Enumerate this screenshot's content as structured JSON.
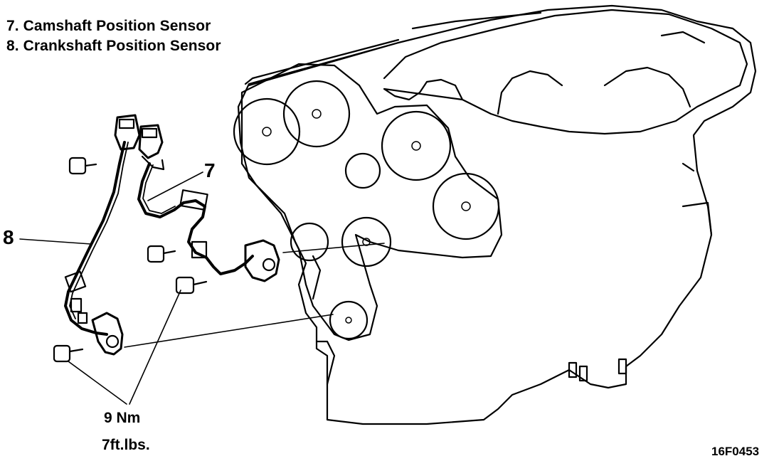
{
  "legend": {
    "item_7": "7. Camshaft Position Sensor",
    "item_8": "8. Crankshaft Position Sensor"
  },
  "callouts": {
    "camshaft_number": "7",
    "crankshaft_number": "8"
  },
  "torque": {
    "metric": "9 Nm",
    "imperial": "7ft.lbs."
  },
  "figure_id": "16F0453",
  "colors": {
    "ink": "#000000",
    "paper": "#ffffff"
  }
}
